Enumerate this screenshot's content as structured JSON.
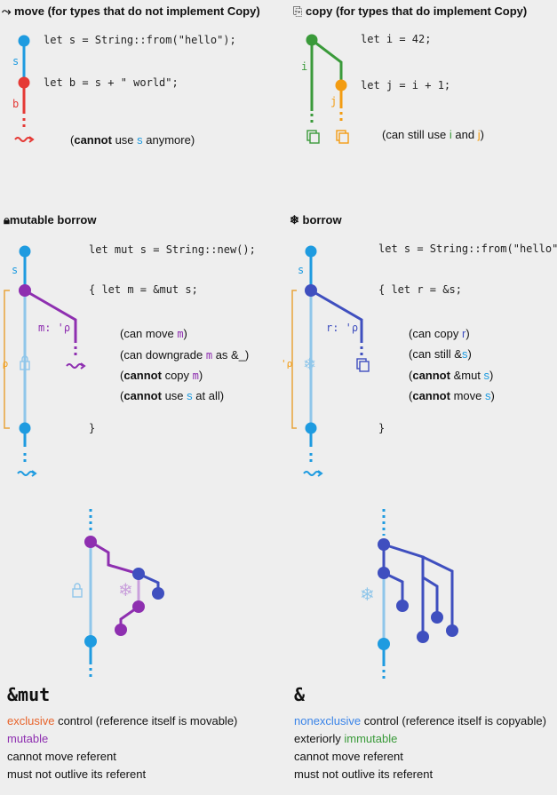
{
  "move": {
    "title": "move (for types that do not implement Copy)",
    "line1": "let s = String::from(\"hello\");",
    "line2": "let b = s + \" world\";",
    "note_pre": "(",
    "note_bold": "cannot",
    "note_mid": " use ",
    "note_var": "s",
    "note_post": " anymore)",
    "label_s": "s",
    "label_b": "b"
  },
  "copy": {
    "title": "copy (for types that do implement Copy)",
    "line1": "let i = 42;",
    "line2": "let j = i + 1;",
    "note_pre": "(can still use ",
    "note_var1": "i",
    "note_and": " and ",
    "note_var2": "j",
    "note_post": ")",
    "label_i": "i",
    "label_j": "j"
  },
  "mutable_borrow": {
    "title": "mutable borrow",
    "line1": "let mut s = String::new();",
    "line2": "{ let m = &mut s;",
    "line3": "}",
    "label_s": "s",
    "label_m": "m: 'ρ",
    "label_rho": "'ρ",
    "notes": [
      {
        "pre": "(can move ",
        "var": "m",
        "post": ")",
        "bold": ""
      },
      {
        "pre": "(can downgrade ",
        "var": "m",
        "post": " as &_)",
        "bold": ""
      },
      {
        "pre": "(",
        "bold": "cannot",
        "mid": " copy ",
        "var": "m",
        "post": ")"
      },
      {
        "pre": "(",
        "bold": "cannot",
        "mid": " use ",
        "var": "s",
        "post": " at all)"
      }
    ]
  },
  "borrow": {
    "title": "borrow",
    "line1": "let s = String::from(\"hello\");",
    "line2": "{ let r = &s;",
    "line3": "}",
    "label_s": "s",
    "label_r": "r: 'ρ",
    "label_rho": "'ρ",
    "notes": [
      {
        "pre": "(can copy ",
        "var": "r",
        "post": ")"
      },
      {
        "pre": "(can still &",
        "var": "s",
        "post": ")"
      },
      {
        "pre": "(",
        "bold": "cannot",
        "mid": " &mut ",
        "var": "s",
        "post": ")"
      },
      {
        "pre": "(",
        "bold": "cannot",
        "mid": " move ",
        "var": "s",
        "post": ")"
      }
    ]
  },
  "summary_mut": {
    "heading": "&mut",
    "l1_colored": "exclusive",
    "l1_rest": " control (reference itself is movable)",
    "l2": "mutable",
    "l3": "cannot move referent",
    "l4": "must not outlive its referent"
  },
  "summary_shared": {
    "heading": "&",
    "l1_colored": "nonexclusive",
    "l1_rest": " control (reference itself is copyable)",
    "l2_pre": "exteriorly ",
    "l2_colored": "immutable",
    "l3": "cannot move referent",
    "l4": "must not outlive its referent"
  },
  "colors": {
    "blue": "#1e9be0",
    "red": "#e53935",
    "green": "#3a9a3a",
    "orange": "#f39c12",
    "purple": "#8e2fb0",
    "indigo": "#3f4fbf",
    "light_blue": "#8fc6ea",
    "bracket": "#e8a33a"
  },
  "icons": {
    "move": "squiggle-arrow-icon",
    "copy": "copy-icon",
    "lock": "lock-icon",
    "snowflake": "snowflake-icon"
  }
}
